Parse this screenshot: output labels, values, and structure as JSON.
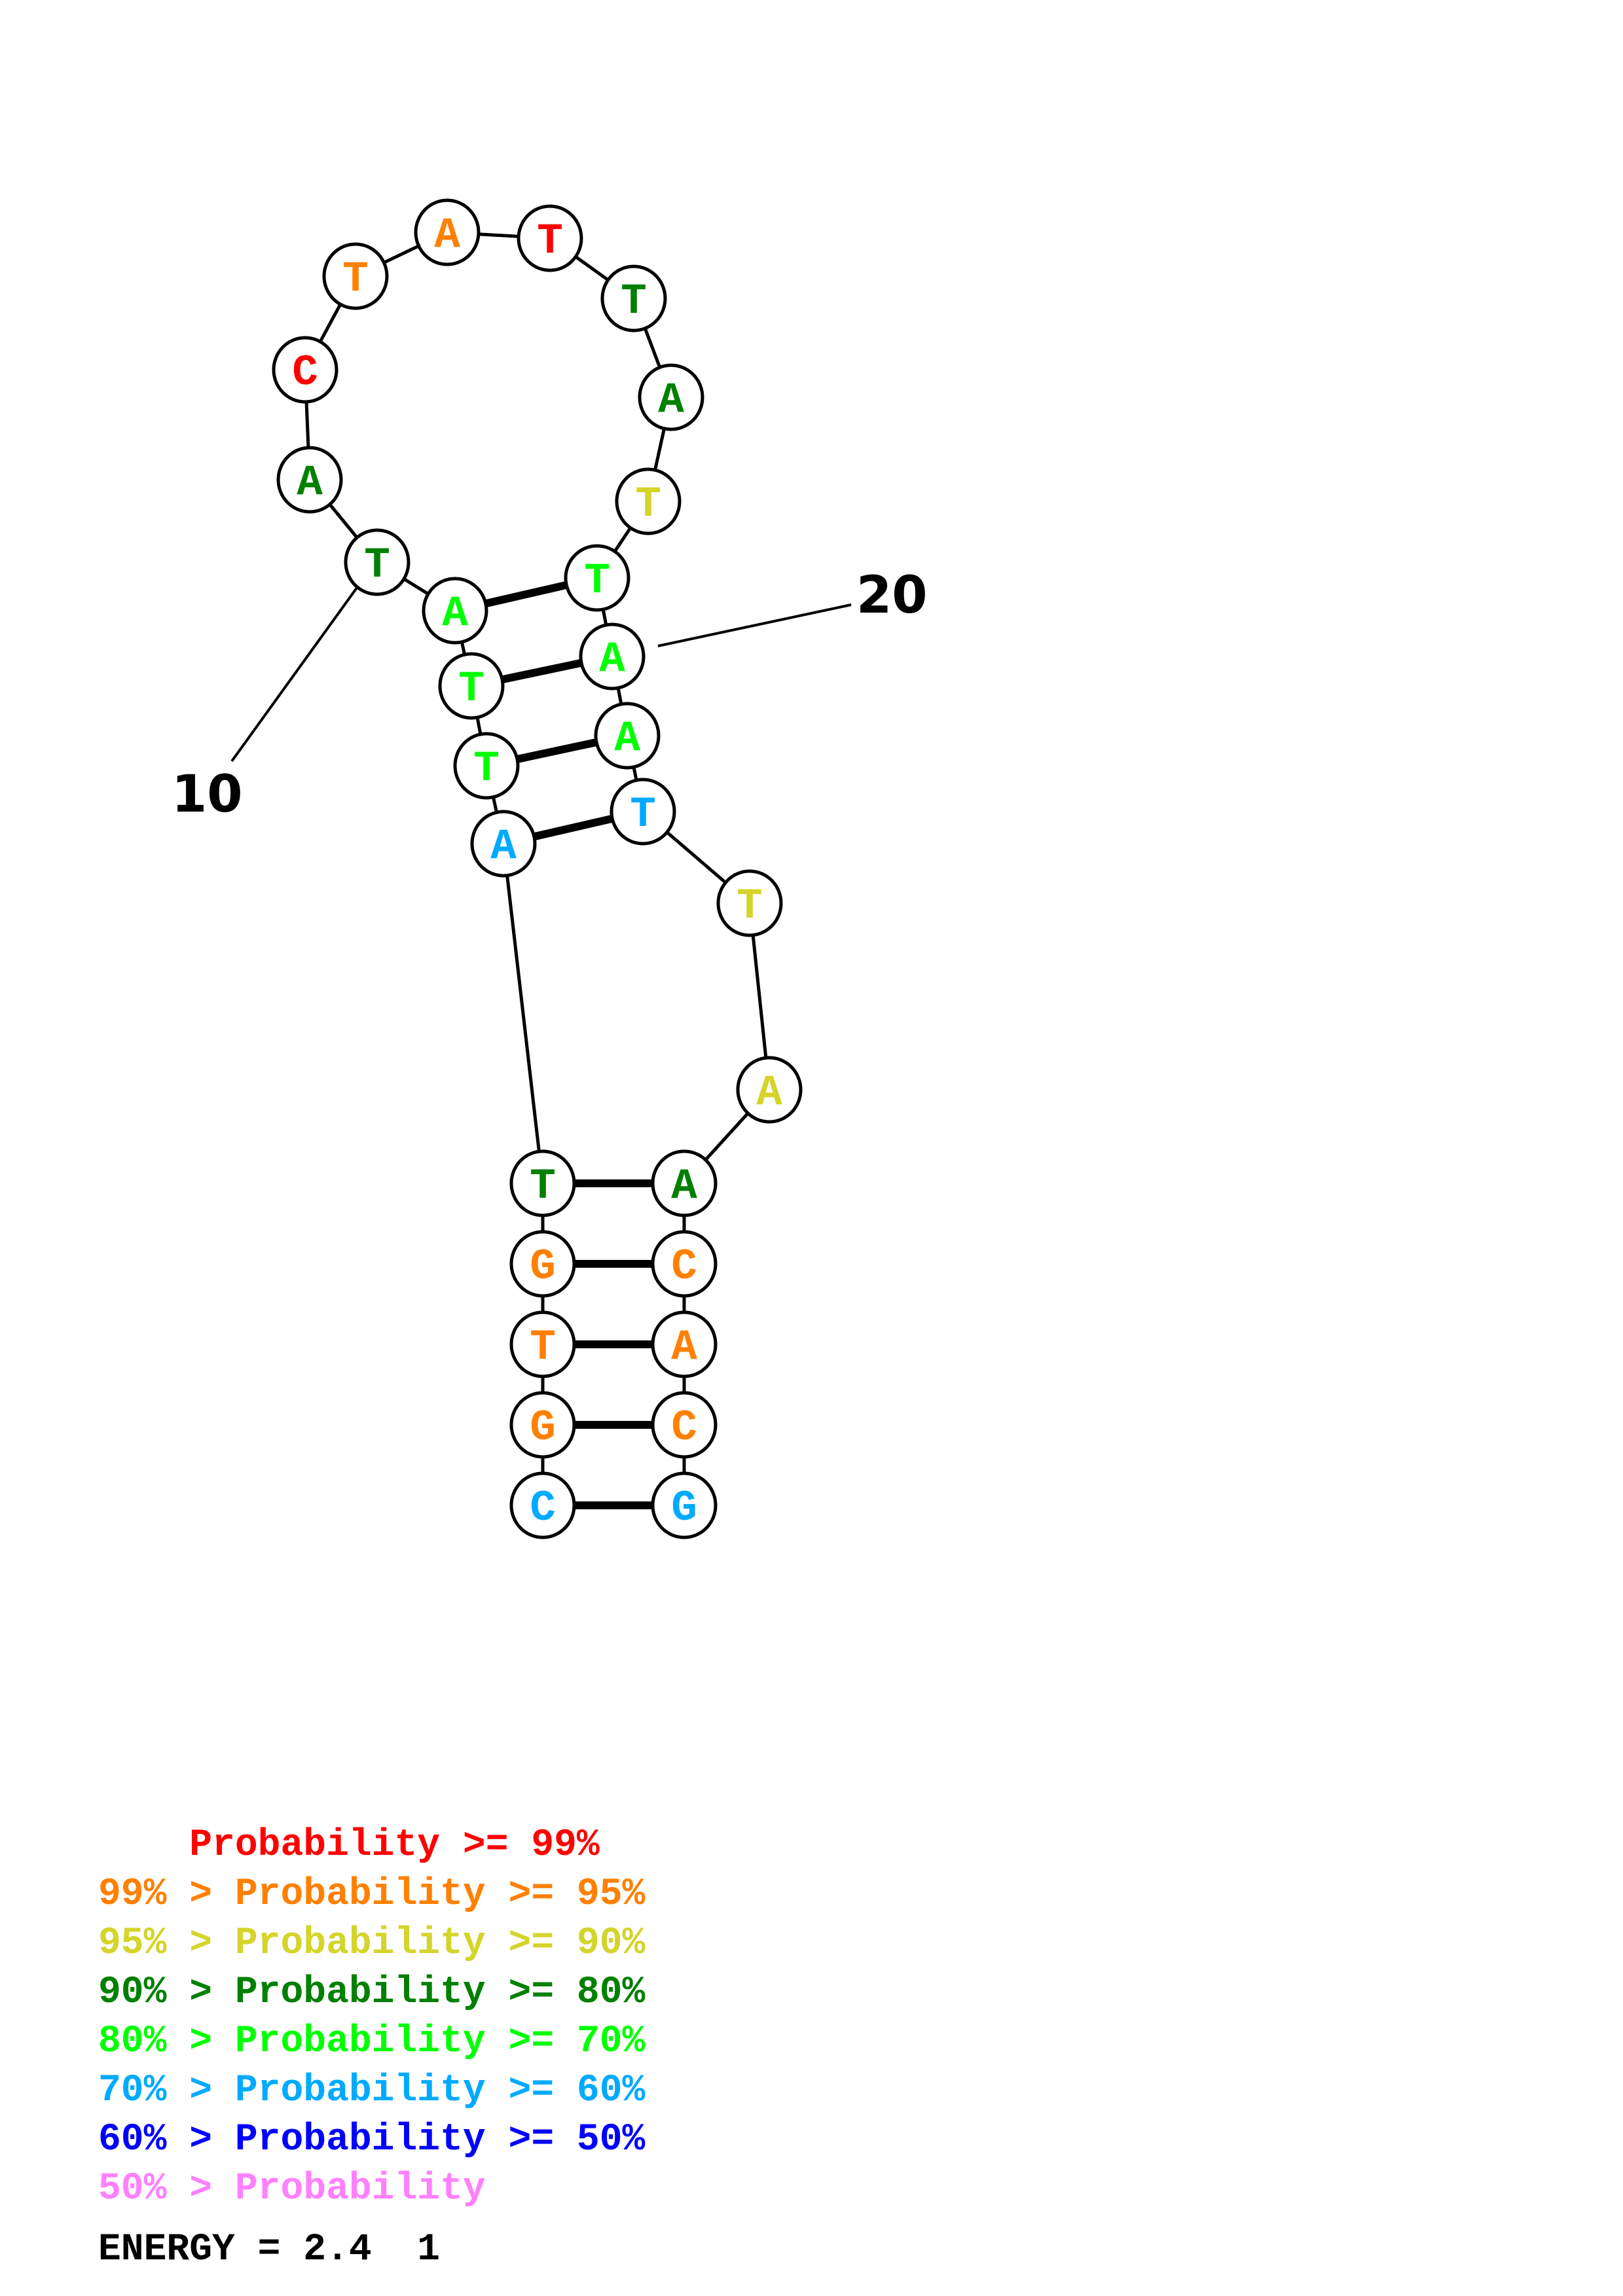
{
  "structure": {
    "sequence": [
      "C",
      "G",
      "T",
      "G",
      "T",
      "A",
      "T",
      "T",
      "A",
      "T",
      "A",
      "C",
      "T",
      "A",
      "T",
      "T",
      "A",
      "T",
      "T",
      "A",
      "A",
      "T",
      "T",
      "A",
      "A",
      "C",
      "A",
      "C",
      "G"
    ],
    "probability_class": [
      5,
      1,
      1,
      1,
      3,
      5,
      4,
      4,
      4,
      3,
      3,
      0,
      1,
      1,
      0,
      3,
      3,
      2,
      4,
      4,
      4,
      5,
      2,
      2,
      3,
      1,
      1,
      1,
      5
    ],
    "pairs": [
      [
        1,
        29
      ],
      [
        2,
        28
      ],
      [
        3,
        27
      ],
      [
        4,
        26
      ],
      [
        5,
        25
      ],
      [
        6,
        22
      ],
      [
        7,
        21
      ],
      [
        8,
        20
      ],
      [
        9,
        19
      ]
    ],
    "position_labels": [
      {
        "index": 10,
        "text": "10"
      },
      {
        "index": 20,
        "text": "20"
      }
    ]
  },
  "colors": {
    "classes": [
      "#ff0000",
      "#ff8000",
      "#d4d42a",
      "#008000",
      "#00ff00",
      "#00aaff",
      "#0000ff",
      "#ff80ff"
    ],
    "outline": "#000000"
  },
  "legend": {
    "rows": [
      {
        "prefix": "    ",
        "text": "Probability >= 99%"
      },
      {
        "prefix": "99% > ",
        "text": "Probability >= 95%"
      },
      {
        "prefix": "95% > ",
        "text": "Probability >= 90%"
      },
      {
        "prefix": "90% > ",
        "text": "Probability >= 80%"
      },
      {
        "prefix": "80% > ",
        "text": "Probability >= 70%"
      },
      {
        "prefix": "70% > ",
        "text": "Probability >= 60%"
      },
      {
        "prefix": "60% > ",
        "text": "Probability >= 50%"
      },
      {
        "prefix": "50% > ",
        "text": "Probability"
      }
    ],
    "energy_label": "ENERGY = 2.4  1"
  }
}
